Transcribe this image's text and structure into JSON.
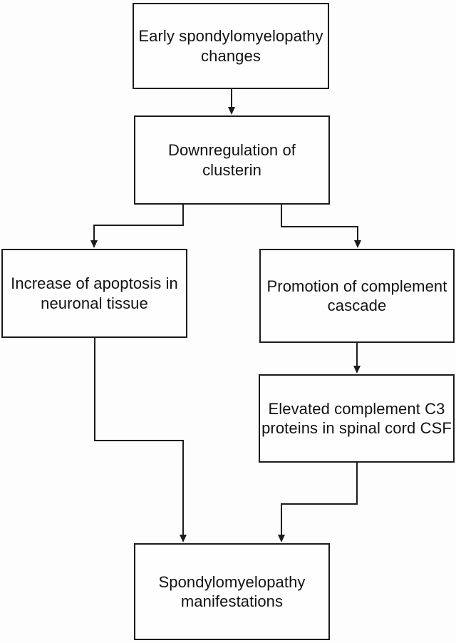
{
  "figure": {
    "type": "flowchart",
    "colors": {
      "background": "#fdfdfd",
      "box_fill": "#fefefe",
      "box_border": "#1c1c1c",
      "line": "#1c1c1c",
      "text": "#121212"
    },
    "nodes": {
      "early": {
        "label": [
          "Early spondylomyelopathy",
          "changes"
        ]
      },
      "downregulation": {
        "label": [
          "Downregulation of clusterin"
        ]
      },
      "apoptosis": {
        "label": [
          "Increase of apoptosis in",
          "neuronal tissue"
        ]
      },
      "promotion": {
        "label": [
          "Promotion of complement",
          "cascade"
        ]
      },
      "elevated": {
        "label": [
          "Elevated complement C3",
          "proteins in spinal cord CSF"
        ]
      },
      "manifestations": {
        "label": [
          "Spondylomyelopathy",
          "manifestations"
        ]
      }
    },
    "edges": [
      {
        "from": "early",
        "to": "downregulation"
      },
      {
        "from": "downregulation",
        "to": "apoptosis"
      },
      {
        "from": "downregulation",
        "to": "promotion"
      },
      {
        "from": "promotion",
        "to": "elevated"
      },
      {
        "from": "apoptosis",
        "to": "manifestations"
      },
      {
        "from": "elevated",
        "to": "manifestations"
      }
    ]
  }
}
